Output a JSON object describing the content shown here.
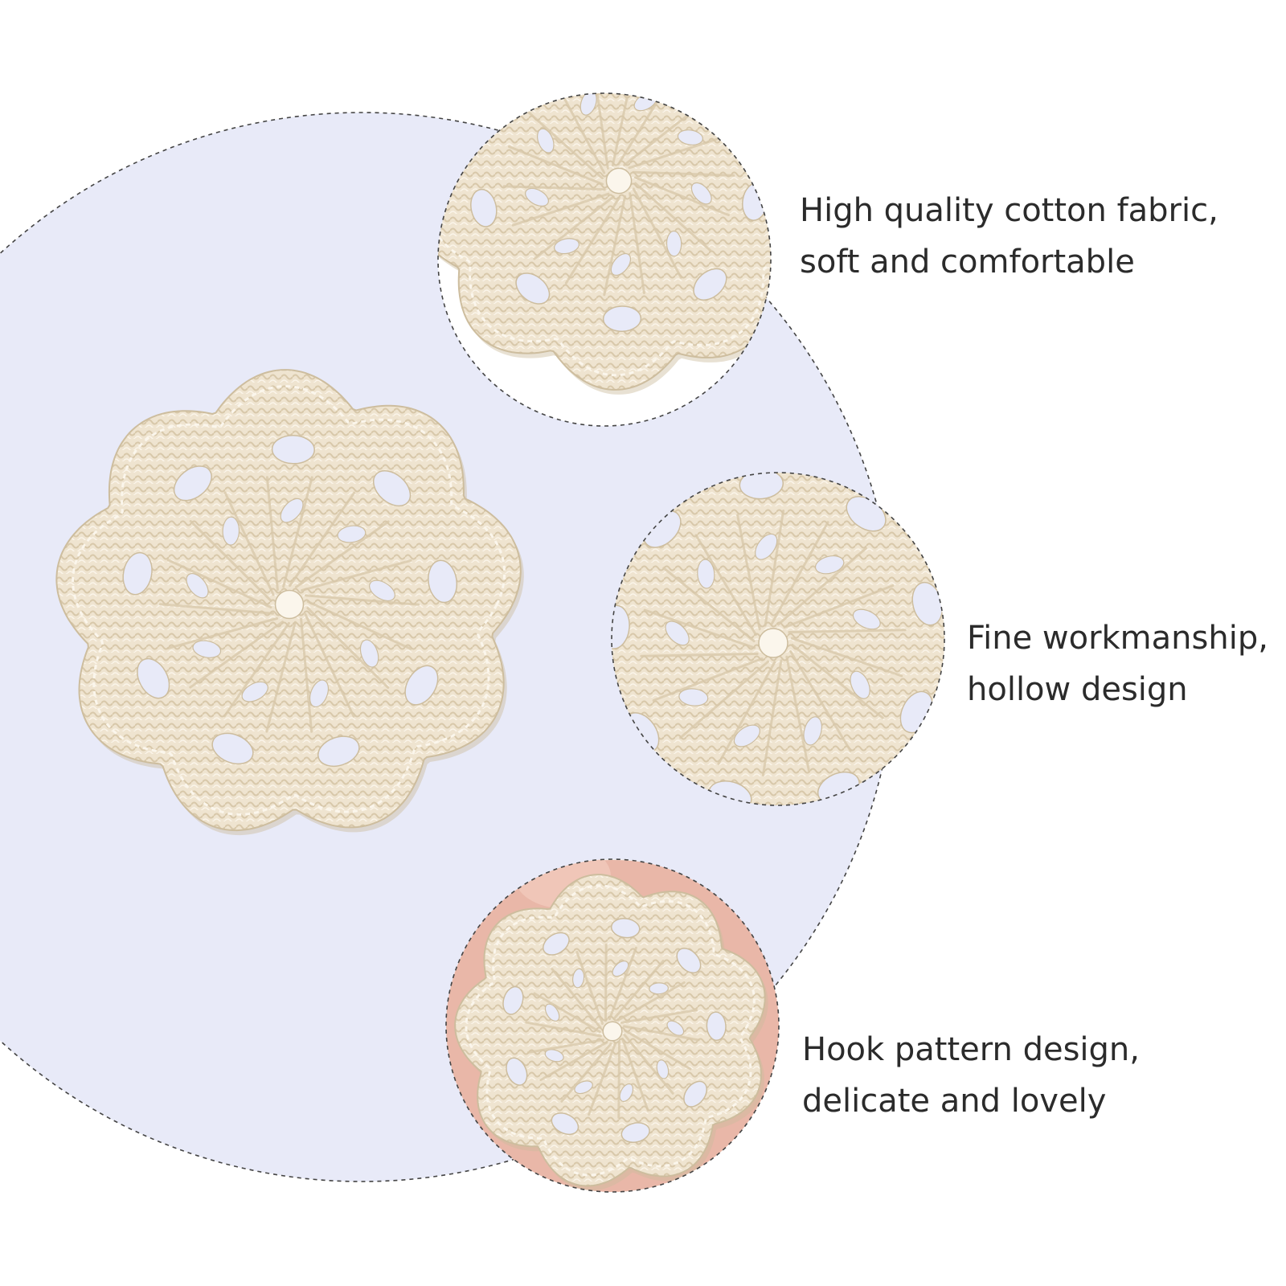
{
  "colors": {
    "background": "#ffffff",
    "circle_fill": "#e8eaf8",
    "dashed_outline": "#444444",
    "yarn_light": "#f3eadb",
    "yarn_mid": "#e8dcc6",
    "yarn_shadow": "#cdbd9e",
    "hand_skin": "#e9b7a8",
    "text": "#2b2b2b"
  },
  "images": {
    "main_product": {
      "subject": "crochet-coaster",
      "petals": 9
    },
    "detail_1": {
      "subject": "coaster-close-up-cotton"
    },
    "detail_2": {
      "subject": "coaster-close-up-workmanship"
    },
    "detail_3": {
      "subject": "coaster-held-in-hand"
    }
  },
  "features": [
    {
      "line1": "High quality cotton fabric,",
      "line2": "soft and comfortable"
    },
    {
      "line1": "Fine workmanship,",
      "line2": "hollow design"
    },
    {
      "line1": "Hook pattern design,",
      "line2": "delicate and lovely"
    }
  ]
}
